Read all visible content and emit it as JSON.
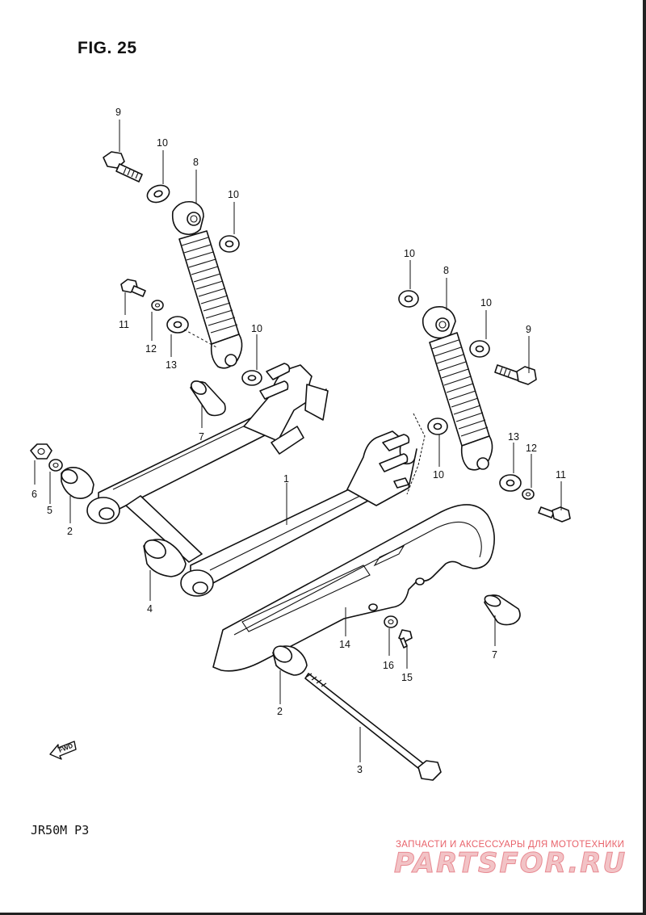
{
  "figure": {
    "title": "FIG. 25",
    "model": "JR50M  P3"
  },
  "callouts": [
    {
      "number": "9"
    },
    {
      "number": "10"
    },
    {
      "number": "8"
    },
    {
      "number": "10"
    },
    {
      "number": "11"
    },
    {
      "number": "12"
    },
    {
      "number": "13"
    },
    {
      "number": "10"
    },
    {
      "number": "7"
    },
    {
      "number": "6"
    },
    {
      "number": "5"
    },
    {
      "number": "2"
    },
    {
      "number": "1"
    },
    {
      "number": "4"
    },
    {
      "number": "10"
    },
    {
      "number": "8"
    },
    {
      "number": "10"
    },
    {
      "number": "9"
    },
    {
      "number": "13"
    },
    {
      "number": "12"
    },
    {
      "number": "10"
    },
    {
      "number": "11"
    },
    {
      "number": "14"
    },
    {
      "number": "16"
    },
    {
      "number": "15"
    },
    {
      "number": "7"
    },
    {
      "number": "2"
    },
    {
      "number": "3"
    }
  ],
  "direction_arrow": {
    "label": "FWD"
  },
  "watermark": {
    "tagline": "ЗАПЧАСТИ И АКСЕССУАРЫ ДЛЯ МОТОТЕХНИКИ",
    "brand": "PARTSFOR.RU"
  }
}
